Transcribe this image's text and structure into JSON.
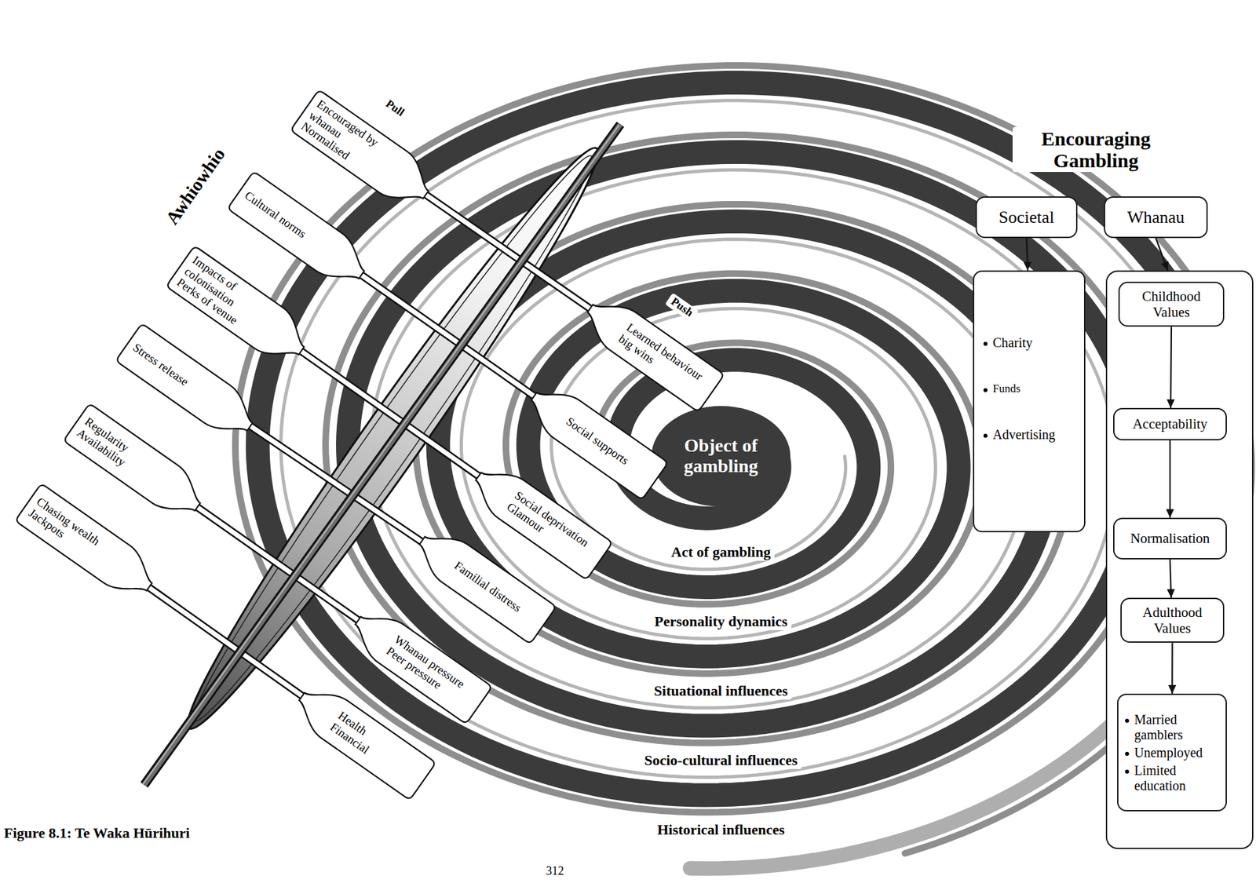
{
  "diagram": {
    "caption": "Figure 8.1: Te Waka Hūrihuri",
    "nodes": [
      {
        "text": [
          "Encouraged by whanau",
          "Normalised"
        ]
      },
      {
        "text": [
          "Cultural norms"
        ]
      },
      {
        "text": [
          "Impacts of colonisation",
          "Perks of venue"
        ]
      },
      {
        "text": [
          "Stress release"
        ]
      },
      {
        "text": [
          "Regularity",
          "Availability"
        ]
      },
      {
        "text": [
          "Chasing wealth",
          "Jackpots"
        ]
      },
      {
        "text": [
          "Learned behaviour",
          "big wins"
        ]
      },
      {
        "text": [
          "Social supports"
        ]
      },
      {
        "text": [
          "Social deprivation",
          "Glamour"
        ]
      },
      {
        "text": [
          "Familial distress"
        ]
      },
      {
        "text": [
          "Whanau pressure",
          "Peer pressure"
        ]
      },
      {
        "text": [
          "Health",
          "Financial"
        ]
      },
      {
        "text": [
          "Societal"
        ]
      },
      {
        "text": [
          "Whanau"
        ]
      },
      {
        "text": [
          "Charity",
          "Funds",
          "Advertising"
        ]
      },
      {
        "text": []
      },
      {
        "text": [
          "Childhood Values"
        ],
        "in": 15
      },
      {
        "text": [
          "Acceptability"
        ],
        "in": 15
      },
      {
        "text": [
          "Normalisation"
        ],
        "in": 15
      },
      {
        "text": [
          "Adulthood Values"
        ],
        "in": 15
      },
      {
        "text": [
          "Married gamblers",
          "Unemployed",
          "Limited education"
        ],
        "in": 15
      }
    ],
    "edges": [
      {
        "from": 12,
        "to": 14,
        "arrow": "to"
      },
      {
        "from": 13,
        "to": 15,
        "arrow": "to"
      },
      {
        "from": 16,
        "to": 17,
        "arrow": "to"
      },
      {
        "from": 17,
        "to": 18,
        "arrow": "to"
      },
      {
        "from": 18,
        "to": 19,
        "arrow": "to"
      },
      {
        "from": 19,
        "to": 20,
        "arrow": "to"
      }
    ],
    "labels": [
      "Awhiowhio",
      "Pull",
      "Push",
      "Object of gambling",
      "Act of gambling",
      "Personality dynamics",
      "Situational influences",
      "Socio-cultural influences",
      "Historical influences",
      "Encouraging Gambling",
      "312"
    ]
  }
}
